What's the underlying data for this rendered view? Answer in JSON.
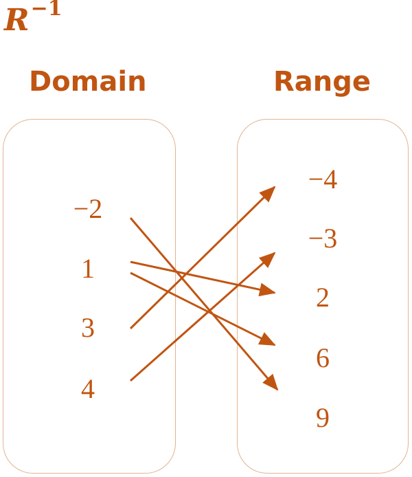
{
  "title": {
    "base": "R",
    "superscript": "−1"
  },
  "domain": {
    "label": "Domain",
    "values": [
      "−2",
      "1",
      "3",
      "4"
    ]
  },
  "range": {
    "label": "Range",
    "values": [
      "−4",
      "−3",
      "2",
      "6",
      "9"
    ]
  },
  "mapping": [
    {
      "from": "−2",
      "to": "9"
    },
    {
      "from": "1",
      "to": "2"
    },
    {
      "from": "1",
      "to": "6"
    },
    {
      "from": "3",
      "to": "−4"
    },
    {
      "from": "4",
      "to": "−3"
    }
  ],
  "colors": {
    "accent": "#c05512",
    "border": "#e2b38f"
  }
}
